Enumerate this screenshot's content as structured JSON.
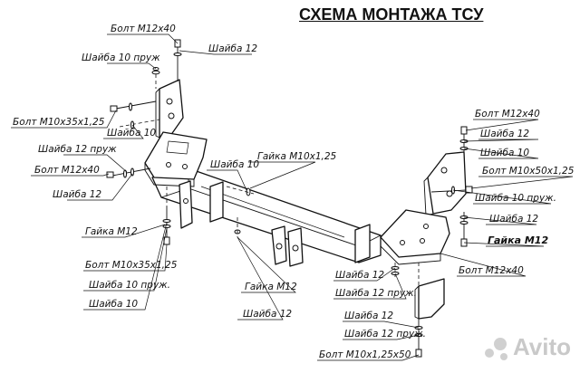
{
  "title": "СХЕМА МОНТАЖА ТСУ",
  "labels": {
    "bolt_m12x40_top": "Болт М12х40",
    "shaiba10_pruzh_top": "Шайба 10 пруж",
    "shaiba12_top": "Шайба 12",
    "bolt_m10x35_left": "Болт М10х35х1,25",
    "shaiba10_left": "Шайба 10",
    "shaiba12_pruzh_left": "Шайба 12 пруж",
    "bolt_m12x40_left": "Болт М12х40",
    "shaiba12_left": "Шайба 12",
    "gaika_m12_left": "Гайка М12",
    "shaiba10_mid": "Шайба 10",
    "gaika_m10_mid": "Гайка М10х1,25",
    "bolt_m10x35_bottom": "Болт М10х35х1,25",
    "shaiba10_pruzh_bottom": "Шайба 10 пруж.",
    "shaiba10_bottom": "Шайба 10",
    "gaika_m12_center": "Гайка М12",
    "shaiba12_center": "Шайба 12",
    "bolt_m12x40_right": "Болт М12х40",
    "shaiba12_right": "Шайба 12",
    "shaiba10_right": "Шайба 10",
    "bolt_m10x50_right": "Болт М10х50х1,25",
    "shaiba10_pruzh_right": "Шайба 10 пруж.",
    "shaiba12_right2": "Шайба 12",
    "gaika_m12_right": "Гайка М12",
    "bolt_m12x40_right2": "Болт М12х40",
    "shaiba12_lower": "Шайба 12",
    "shaiba12_pruzh_lower": "Шайба 12 пруж.",
    "shaiba12_bottom": "Шайба 12",
    "shaiba12_pruzh_bottom": "Шайба 12 пруж.",
    "bolt_m10x125x50_bottom": "Болт М10х1,25х50"
  },
  "watermark": "Avito"
}
